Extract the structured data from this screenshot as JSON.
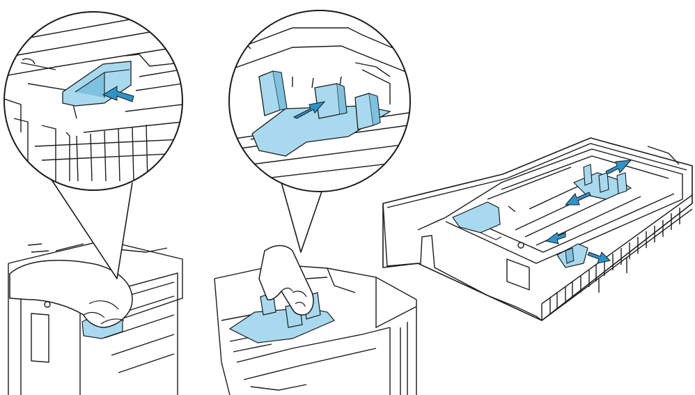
{
  "figure": {
    "palette": {
      "line": "#1a1a1a",
      "guide_fill": "#a9d9ee",
      "guide_shade": "#7fc2e0",
      "arrow": "#2f93c8",
      "background": "#ffffff"
    },
    "panels": [
      {
        "id": "panel-1",
        "description_key": "adjust-rear-length-guide",
        "icons": [
          "hand-icon",
          "lever-clip-icon",
          "press-arrow-icon",
          "magnifier-callout-icon"
        ]
      },
      {
        "id": "panel-2",
        "description_key": "slide-side-guide",
        "icons": [
          "hand-icon",
          "side-guide-icon",
          "slide-arrow-icon",
          "magnifier-callout-icon"
        ]
      },
      {
        "id": "panel-3",
        "description_key": "tray-overview",
        "icons": [
          "paper-tray-icon",
          "double-arrow-icon"
        ]
      }
    ]
  }
}
